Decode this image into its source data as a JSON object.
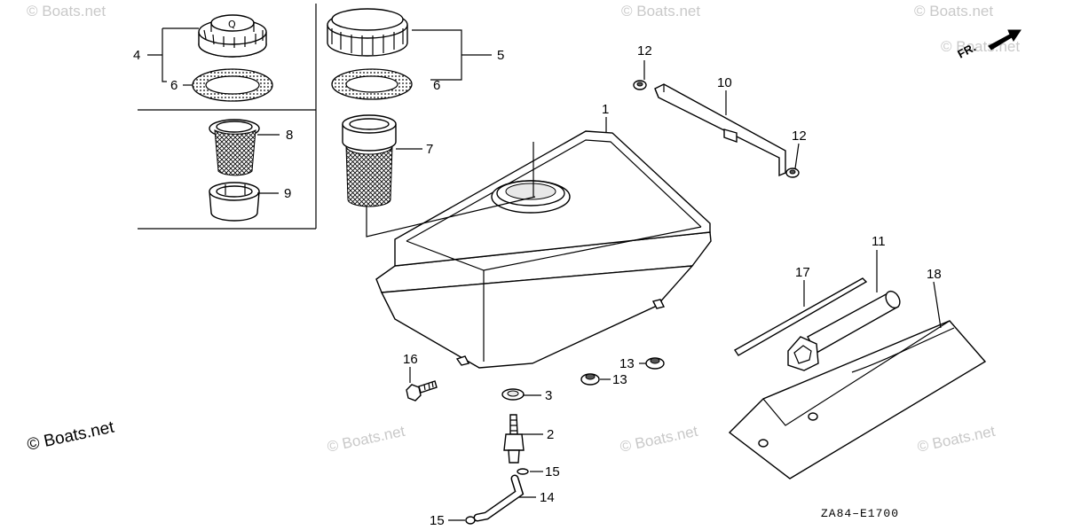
{
  "watermarks": [
    "© Boats.net",
    "© Boats.net",
    "© Boats.net",
    "© Boats.net",
    "© Boats.net",
    "© Boats.net",
    "© Boats.net"
  ],
  "site_watermark": "© Boats.net",
  "direction_label": "FR.",
  "diagram_code": "ZA84–E1700",
  "callouts": {
    "c1": "1",
    "c2": "2",
    "c3": "3",
    "c4": "4",
    "c5": "5",
    "c6a": "6",
    "c6b": "6",
    "c7": "7",
    "c8": "8",
    "c9": "9",
    "c10": "10",
    "c11": "11",
    "c12a": "12",
    "c12b": "12",
    "c13a": "13",
    "c13b": "13",
    "c14": "14",
    "c15a": "15",
    "c15b": "15",
    "c16": "16",
    "c17": "17",
    "c18": "18"
  }
}
